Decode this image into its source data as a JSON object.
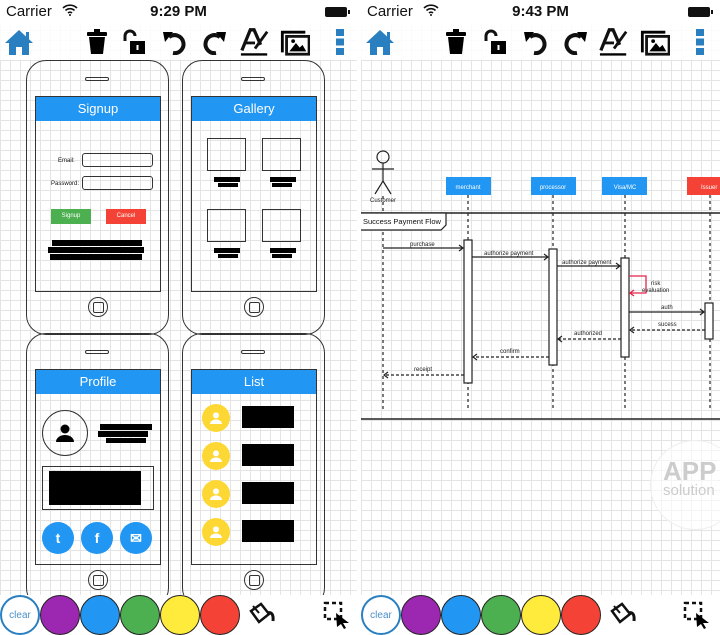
{
  "left": {
    "status": {
      "carrier": "Carrier",
      "time": "9:29 PM"
    },
    "mockups": {
      "signup": {
        "title": "Signup",
        "email_label": "Email:",
        "password_label": "Password:",
        "signup_button": "Signup",
        "cancel_button": "Cancel"
      },
      "gallery": {
        "title": "Gallery"
      },
      "profile": {
        "title": "Profile",
        "social": [
          "t",
          "f",
          "✉"
        ]
      },
      "list": {
        "title": "List"
      }
    }
  },
  "right": {
    "status": {
      "carrier": "Carrier",
      "time": "9:43 PM"
    },
    "diagram": {
      "actor": "Customer",
      "participants": [
        "merchant",
        "processor",
        "Visa/MC",
        "Issuer"
      ],
      "frame_label": "Success Payment Flow",
      "messages": {
        "purchase": "purchase",
        "authorize1": "authorize payment",
        "authorize2": "authorize payment",
        "risk1": "risk",
        "risk2": "evaluation",
        "auth": "auth",
        "success": "sucess",
        "authorized": "authorized",
        "confirm": "confirm",
        "receipt": "receipt"
      }
    },
    "watermark": {
      "line1": "APP",
      "line2": "solution"
    }
  },
  "bottom": {
    "clear_label": "clear"
  },
  "colors": {
    "purple": "#9c27b0",
    "blue": "#2196f3",
    "green": "#4caf50",
    "yellow": "#ffeb3b",
    "red": "#f44336",
    "accent": "#2a7fc0"
  }
}
